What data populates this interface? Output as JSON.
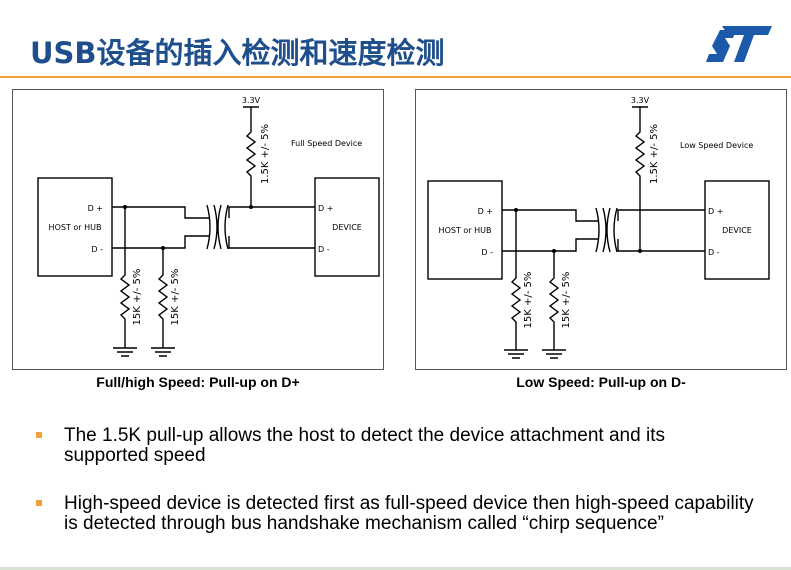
{
  "title": "USB设备的插入检测和速度检测",
  "colors": {
    "title": "#1f4e8c",
    "accent": "#f0a23a",
    "logo": "#1a5aa8"
  },
  "logo_icon": "st-logo-icon",
  "panels": [
    {
      "id": "full-speed",
      "label": "Full Speed Device",
      "supply": "3.3V",
      "pullup": "1.5K +/- 5%",
      "pulldown_1": "15K +/- 5%",
      "pulldown_2": "15K +/- 5%",
      "host": "HOST or HUB",
      "device": "DEVICE",
      "d_plus": "D +",
      "d_minus": "D -",
      "device_d_plus": "D +",
      "device_d_minus": "D -",
      "caption": "Full/high Speed: Pull-up on D+"
    },
    {
      "id": "low-speed",
      "label": "Low Speed Device",
      "supply": "3.3V",
      "pullup": "1.5K +/- 5%",
      "pulldown_1": "15K +/- 5%",
      "pulldown_2": "15K +/- 5%",
      "host": "HOST or HUB",
      "device": "DEVICE",
      "d_plus": "D +",
      "d_minus": "D -",
      "device_d_plus": "D +",
      "device_d_minus": "D -",
      "caption": "Low Speed: Pull-up on D-"
    }
  ],
  "bullets": [
    "The 1.5K pull-up allows the host to detect the device attachment and its supported speed",
    "High-speed device is detected first as full-speed device then high-speed capability is detected through bus handshake mechanism called “chirp sequence”"
  ]
}
